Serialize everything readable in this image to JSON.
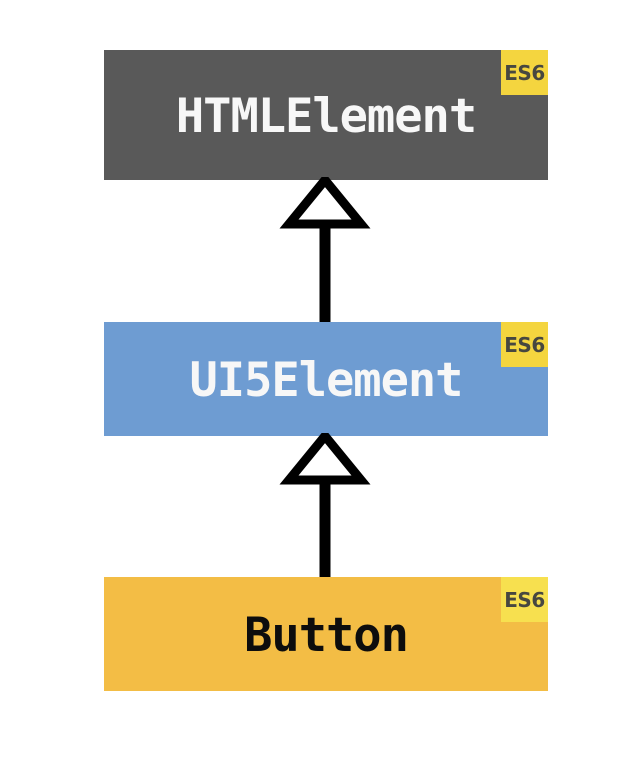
{
  "diagram": {
    "type": "class-inheritance",
    "background": "#ffffff",
    "arrow_color": "#000000",
    "arrow_head": "hollow-triangle-up",
    "nodes": [
      {
        "id": "htmlelement",
        "label": "HTMLElement",
        "badge": "ES6",
        "bg": "#595959",
        "text_color": "#f7f7f7",
        "badge_bg": "#f4d53f",
        "badge_text_color": "#474740"
      },
      {
        "id": "ui5element",
        "label": "UI5Element",
        "badge": "ES6",
        "bg": "#6e9cd2",
        "text_color": "#f7f7f7",
        "badge_bg": "#f4d53f",
        "badge_text_color": "#474740"
      },
      {
        "id": "button",
        "label": "Button",
        "badge": "ES6",
        "bg": "#f3bd45",
        "text_color": "#0d0d0d",
        "badge_bg": "#f7e04f",
        "badge_text_color": "#474740"
      }
    ],
    "edges": [
      {
        "from": "UI5Element",
        "to": "HTMLElement",
        "relation": "extends"
      },
      {
        "from": "Button",
        "to": "UI5Element",
        "relation": "extends"
      }
    ]
  }
}
